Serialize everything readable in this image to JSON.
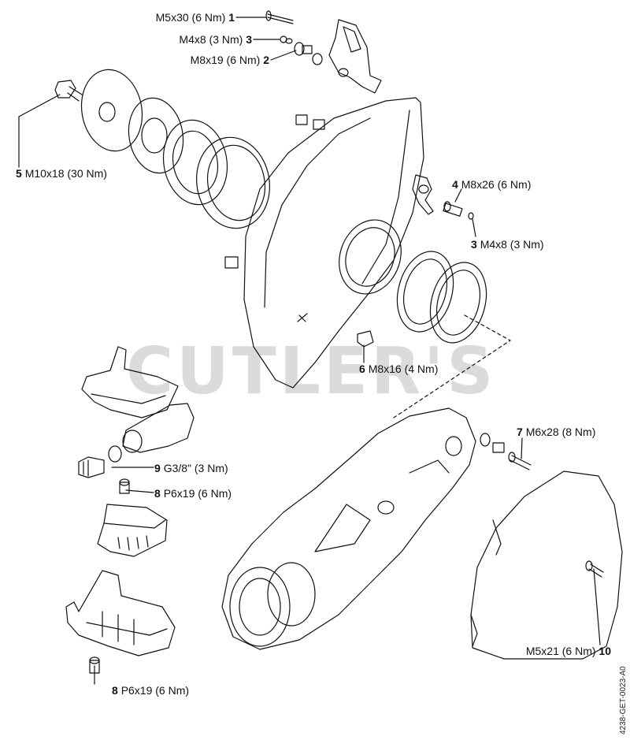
{
  "watermark": "CUTLER'S",
  "doc_code": "4238-GET-0023-A0",
  "callouts": {
    "c1": {
      "num": "1",
      "spec": "M5x30 (6 Nm)"
    },
    "c3a": {
      "num": "3",
      "spec": "M4x8 (3 Nm)"
    },
    "c2": {
      "num": "2",
      "spec": "M8x19 (6 Nm)"
    },
    "c5": {
      "num": "5",
      "spec": "M10x18 (30 Nm)"
    },
    "c4": {
      "num": "4",
      "spec": "M8x26 (6 Nm)"
    },
    "c3b": {
      "num": "3",
      "spec": "M4x8 (3 Nm)"
    },
    "c6": {
      "num": "6",
      "spec": "M8x16 (4 Nm)"
    },
    "c7": {
      "num": "7",
      "spec": "M6x28 (8 Nm)"
    },
    "c9": {
      "num": "9",
      "spec": "G3/8\" (3 Nm)"
    },
    "c8a": {
      "num": "8",
      "spec": "P6x19 (6 Nm)"
    },
    "c10": {
      "num": "10",
      "spec": "M5x21 (6 Nm)"
    },
    "c8b": {
      "num": "8",
      "spec": "P6x19 (6 Nm)"
    }
  }
}
